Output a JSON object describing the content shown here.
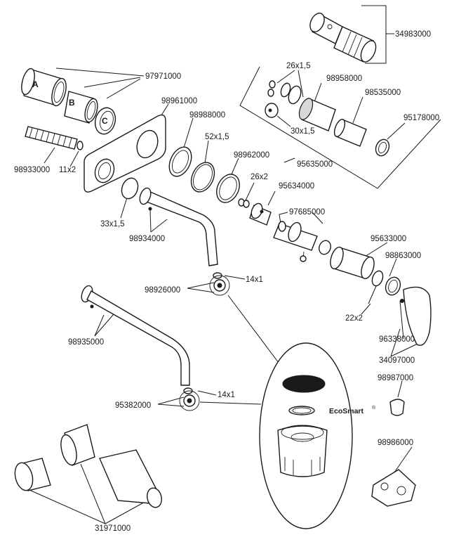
{
  "labels": {
    "p34983000": "34983000",
    "p97971000": "97971000",
    "letter_a": "A",
    "letter_b": "B",
    "letter_c": "C",
    "p26x1_5": "26x1,5",
    "p98958000": "98958000",
    "p98535000": "98535000",
    "p98961000": "98961000",
    "p98988000": "98988000",
    "p95178000": "95178000",
    "p30x1_5": "30x1,5",
    "p52x1_5": "52x1,5",
    "p98962000": "98962000",
    "p95635000": "95635000",
    "p98933000": "98933000",
    "p11x2": "11x2",
    "p26x2": "26x2",
    "p95634000": "95634000",
    "p97685000": "97685000",
    "p33x1_5": "33x1,5",
    "p98934000": "98934000",
    "p95633000": "95633000",
    "p98863000": "98863000",
    "p14x1_top": "14x1",
    "p98926000": "98926000",
    "p22x2": "22x2",
    "p98935000": "98935000",
    "p96338000": "96338000",
    "p34097000": "34097000",
    "p98987000": "98987000",
    "p14x1_bottom": "14x1",
    "p95382000": "95382000",
    "ecosmart": "EcoSmart",
    "ecosmart_reg": "®",
    "p98986000": "98986000",
    "p31971000": "31971000"
  }
}
